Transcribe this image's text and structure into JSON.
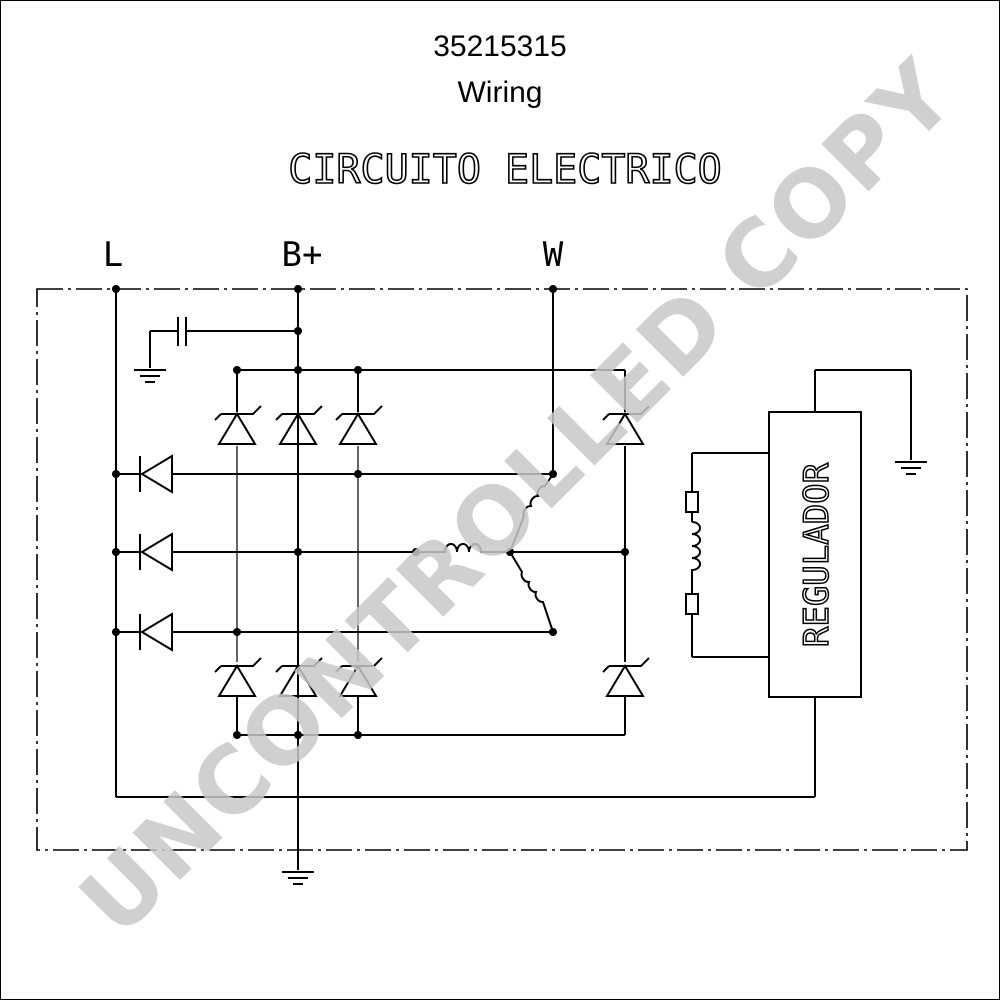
{
  "header": {
    "part_number": "35215315",
    "subtitle": "Wiring",
    "heading": "CIRCUITO ELECTRICO"
  },
  "terminals": {
    "l": "L",
    "b_plus": "B+",
    "w": "W"
  },
  "regulator_label": "REGULADOR",
  "watermark": "UNCONTROLLED COPY",
  "colors": {
    "line": "#000000",
    "background": "#ffffff",
    "watermark": "#c8c8c8"
  }
}
